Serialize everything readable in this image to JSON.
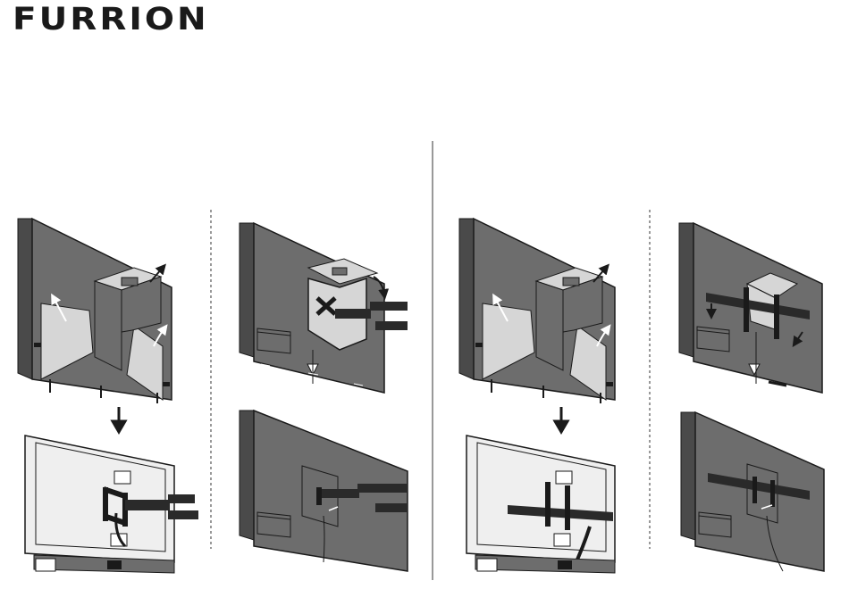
{
  "header": {
    "brand": "FURRION"
  },
  "colors": {
    "cover": "#6d6d6d",
    "cover_dark": "#4a4a4a",
    "lining": "#d6d6d6",
    "ink": "#1a1a1a",
    "tv_back": "#efefef"
  },
  "panels": [
    {
      "id": "articulating-mount-cover-on"
    },
    {
      "id": "articulating-mount-installed"
    },
    {
      "id": "articulating-mount-tv-back"
    },
    {
      "id": "articulating-mount-finished"
    },
    {
      "id": "flat-mount-cover-on"
    },
    {
      "id": "flat-mount-installed"
    },
    {
      "id": "flat-mount-tv-back"
    },
    {
      "id": "flat-mount-finished"
    }
  ]
}
